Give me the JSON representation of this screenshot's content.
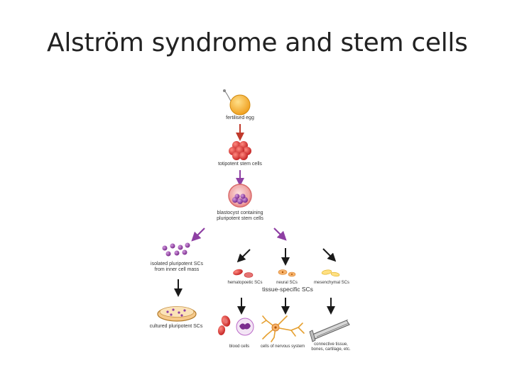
{
  "slide": {
    "title": "Alström syndrome and stem cells"
  },
  "diagram": {
    "nodes": {
      "fertilised_egg": "fertilised egg",
      "totipotent": "totipotent stem cells",
      "blastocyst_line1": "blastocyst containing",
      "blastocyst_line2": "pluripotent stem cells",
      "isolated_line1": "isolated pluripotent SCs",
      "isolated_line2": "from inner cell mass",
      "cultured": "cultured pluripotent SCs",
      "hematopoietic": "hematopoetic SCs",
      "neural": "neural SCs",
      "mesenchymal": "mesenchymal SCs",
      "tissue_specific": "tissue-specific SCs",
      "blood_cells": "blood cells",
      "nervous_cells": "cells of nervous system",
      "connective_line1": "connective tissue,",
      "connective_line2": "bones, cartilage, etc."
    },
    "colors": {
      "egg": "#f5a623",
      "cell_red": "#d93a3a",
      "purple": "#8e3fa3",
      "arrow_red": "#c0392b",
      "arrow_black": "#1a1a1a"
    }
  }
}
